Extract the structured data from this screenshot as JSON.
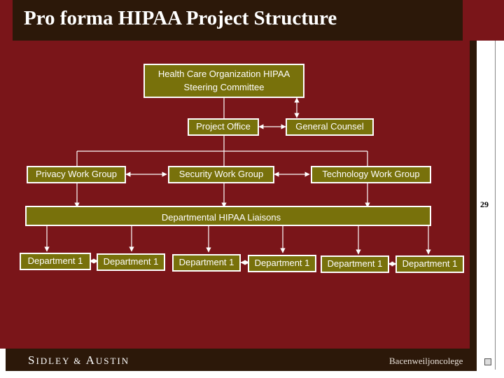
{
  "title": "Pro forma HIPAA Project Structure",
  "page_number": "29",
  "footer": {
    "left_initial_1": "S",
    "left_rest_1": "IDLEY & ",
    "left_initial_2": "A",
    "left_rest_2": "USTIN",
    "right_text": "Bacenweiljoncolege"
  },
  "org": {
    "steering": "Health Care Organization HIPAA Steering Committee",
    "project_office": "Project Office",
    "general_counsel": "General Counsel",
    "privacy": "Privacy Work Group",
    "security": "Security Work Group",
    "technology": "Technology Work Group",
    "liaisons": "Departmental HIPAA Liaisons",
    "departments": [
      "Department 1",
      "Department 1",
      "Department 1",
      "Department 1",
      "Department 1",
      "Department 1"
    ]
  },
  "colors": {
    "background": "#7a1519",
    "title_bar": "#2c1809",
    "box": "#78710b",
    "text": "#ffffff"
  }
}
